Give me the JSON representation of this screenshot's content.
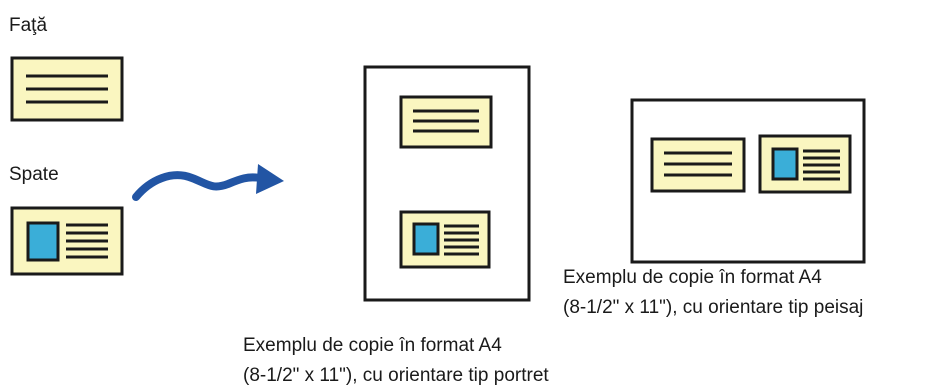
{
  "labels": {
    "front": "Faţă",
    "back": "Spate"
  },
  "captions": {
    "landscape": {
      "line1": "Exemplu de copie în format A4",
      "line2": "(8-1/2\" x 11\"), cu orientare tip peisaj"
    },
    "portrait": {
      "line1": "Exemplu de copie în format A4",
      "line2": "(8-1/2\" x 11\"), cu orientare tip portret"
    }
  },
  "colors": {
    "card_fill": "#faf6c0",
    "card_stroke": "#1a1a1a",
    "photo_fill": "#3aaed8",
    "arrow": "#2255a4"
  }
}
